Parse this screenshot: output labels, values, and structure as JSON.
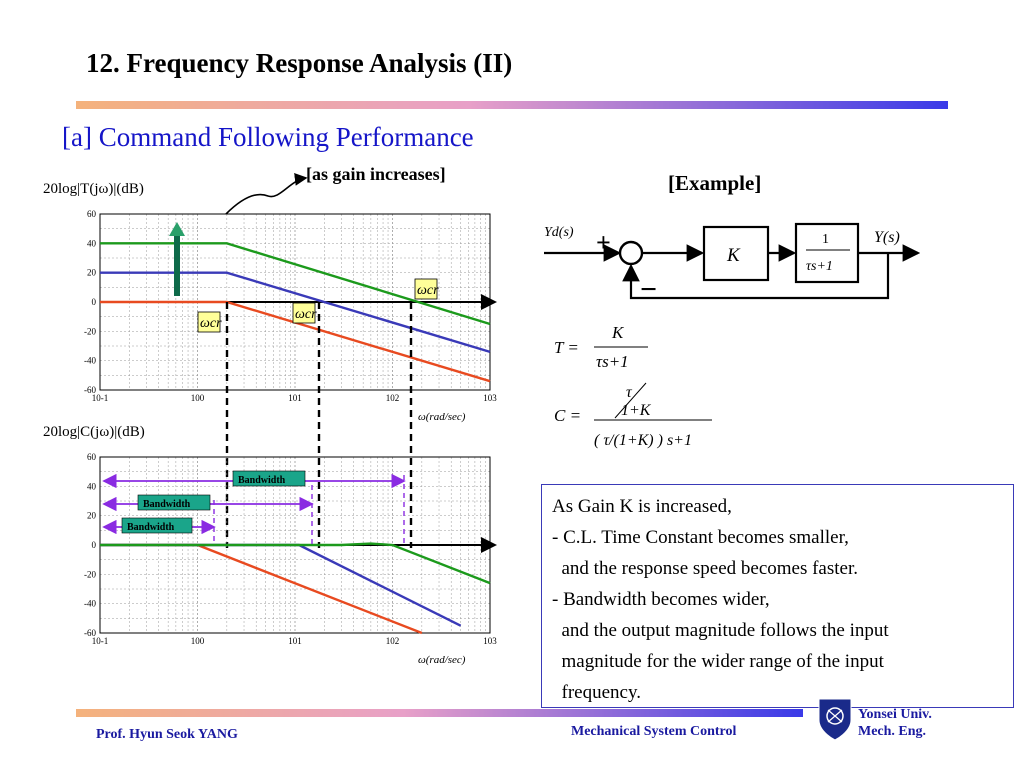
{
  "slide": {
    "title": "12. Frequency Response Analysis (II)",
    "subtitle": "[a] Command Following Performance",
    "gain_note": "[as gain increases]",
    "example_label": "[Example]"
  },
  "top_plot": {
    "ylabel": "20log|T(jω)|(dB)",
    "y_ticks": [
      "60",
      "40",
      "20",
      "0",
      "-20",
      "-40",
      "-60"
    ],
    "x_ticks": [
      "10-1",
      "100",
      "101",
      "102",
      "103"
    ],
    "xlabel": "ω(rad/sec)",
    "omega_cr": "ωcr"
  },
  "bottom_plot": {
    "ylabel": "20log|C(jω)|(dB)",
    "y_ticks": [
      "60",
      "40",
      "20",
      "0",
      "-20",
      "-40",
      "-60"
    ],
    "x_ticks": [
      "10-1",
      "100",
      "101",
      "102",
      "103"
    ],
    "xlabel": "ω(rad/sec)",
    "bandwidth_label": "Bandwidth"
  },
  "block_diagram": {
    "input": "Yd(s)",
    "output": "Y(s)",
    "gain_block": "K",
    "plant_num": "1",
    "plant_den": "τs+1",
    "plus": "+",
    "minus": "−"
  },
  "equations": {
    "T_lhs": "T =",
    "T_num": "K",
    "T_den": "τs+1",
    "C_lhs": "C =",
    "C_num_tau": "τ",
    "C_num_1K": "1+K",
    "C_den": "( τ/(1+K) ) s+1"
  },
  "note_lines": [
    "As Gain K is increased,",
    "- C.L. Time Constant becomes smaller,",
    "  and the response speed becomes faster.",
    "- Bandwidth becomes wider,",
    "  and the output magnitude follows the input",
    "  magnitude for the wider range of the input",
    "  frequency."
  ],
  "footer": {
    "left": "Prof. Hyun Seok YANG",
    "center": "Mechanical System Control",
    "right_line1": "Yonsei Univ.",
    "right_line2": "Mech. Eng."
  },
  "chart_data": [
    {
      "type": "line",
      "log_x": true,
      "xlim": [
        0.1,
        1000
      ],
      "ylim": [
        -60,
        60
      ],
      "grid": true,
      "series": [
        {
          "color": "#e84a20",
          "points": [
            [
              0.1,
              0
            ],
            [
              2,
              0
            ],
            [
              1000,
              -54
            ]
          ]
        },
        {
          "color": "#3a3ab8",
          "points": [
            [
              0.1,
              20
            ],
            [
              2,
              20
            ],
            [
              1000,
              -34
            ]
          ]
        },
        {
          "color": "#1c9a1c",
          "points": [
            [
              0.1,
              40
            ],
            [
              2,
              40
            ],
            [
              1000,
              -15
            ]
          ]
        }
      ],
      "omega_cr": [
        2,
        17,
        180
      ]
    },
    {
      "type": "line",
      "log_x": true,
      "xlim": [
        0.1,
        1000
      ],
      "ylim": [
        -60,
        60
      ],
      "grid": true,
      "series": [
        {
          "color": "#e84a20",
          "points": [
            [
              0.1,
              0
            ],
            [
              1,
              0
            ],
            [
              200,
              -60
            ]
          ]
        },
        {
          "color": "#3a3ab8",
          "points": [
            [
              0.1,
              0
            ],
            [
              11,
              0
            ],
            [
              500,
              -55
            ]
          ]
        },
        {
          "color": "#1c9a1c",
          "points": [
            [
              0.1,
              0
            ],
            [
              30,
              0
            ],
            [
              60,
              1
            ],
            [
              100,
              0
            ],
            [
              1000,
              -26
            ]
          ]
        }
      ],
      "bandwidth": [
        1.5,
        17,
        180
      ]
    }
  ]
}
